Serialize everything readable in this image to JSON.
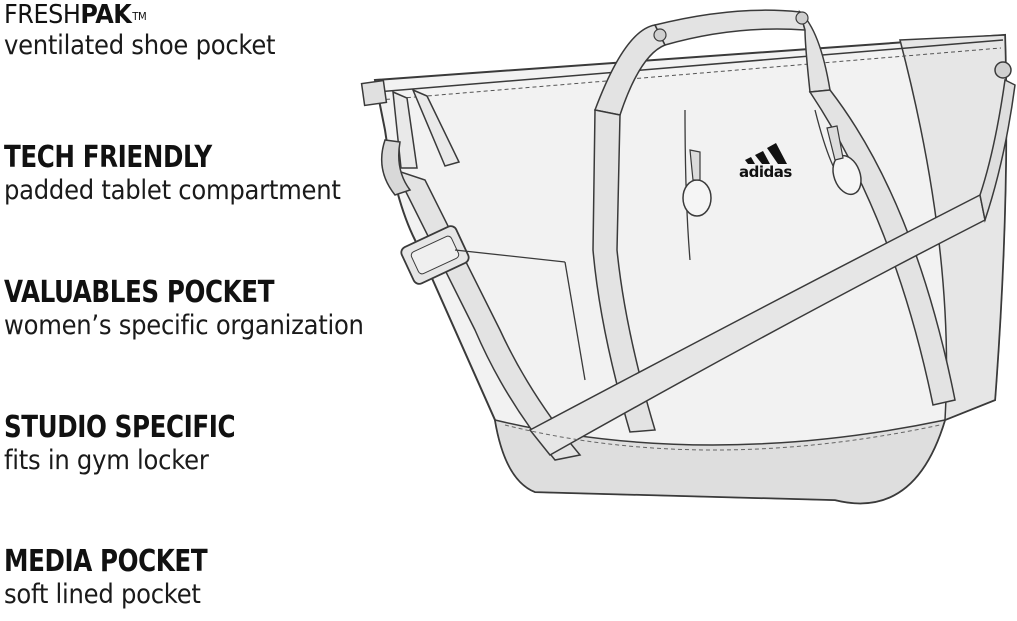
{
  "features": [
    {
      "id": "freshpak",
      "title_light": "FRESH",
      "title_bold": "PAK",
      "trademark": "TM",
      "description": "ventilated shoe pocket"
    },
    {
      "id": "tech",
      "title": "TECH FRIENDLY",
      "description": "padded tablet compartment"
    },
    {
      "id": "valuables",
      "title": "VALUABLES POCKET",
      "description": "women’s specific organization"
    },
    {
      "id": "studio",
      "title": "STUDIO SPECIFIC",
      "description": "fits in gym locker"
    },
    {
      "id": "media",
      "title": "MEDIA POCKET",
      "description": "soft lined pocket"
    }
  ],
  "bag": {
    "logo_text": "adidas",
    "colors": {
      "outline": "#3a3a3a",
      "body": "#f2f2f2",
      "strap": "#e3e3e3",
      "shadow": "#d6d6d6"
    }
  }
}
